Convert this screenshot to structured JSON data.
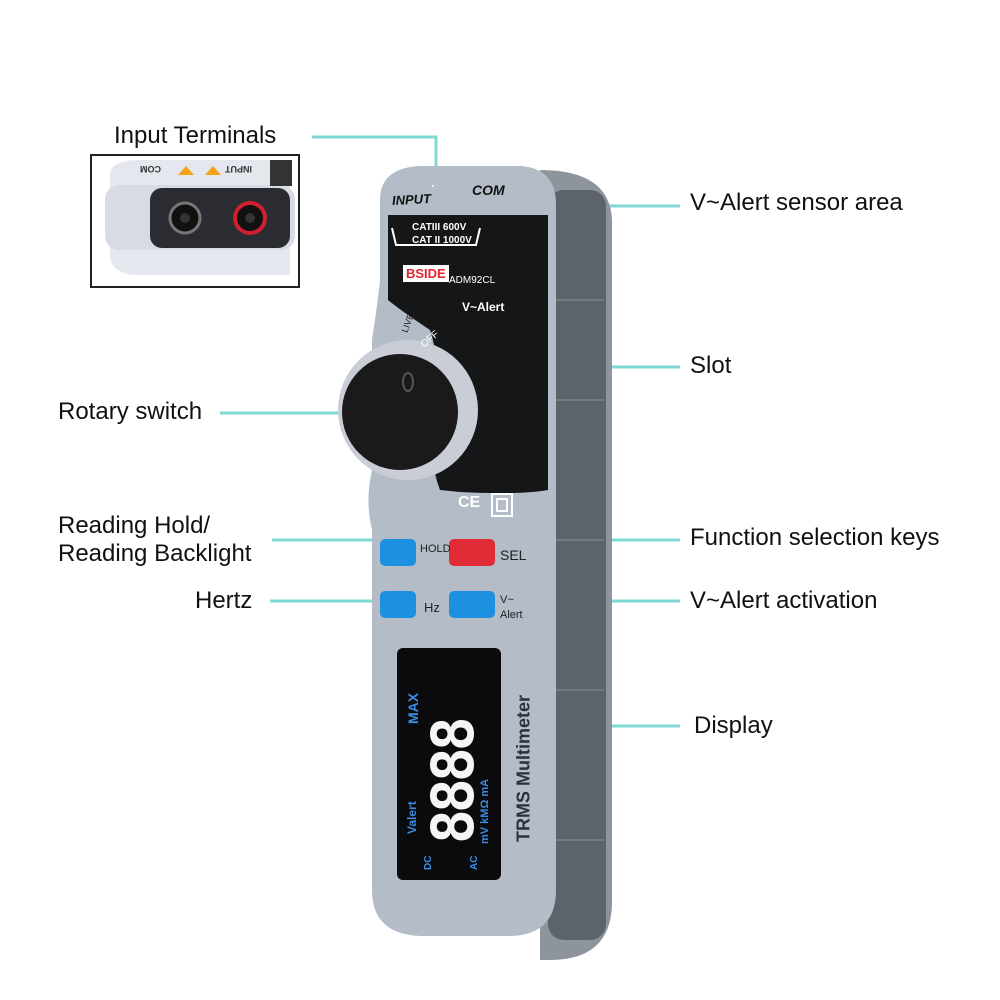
{
  "colors": {
    "leader_line": "#7fd8d2",
    "body_gray": "#b4bcc8",
    "slot_dark": "#5d636b",
    "knob": "#1a1a1a",
    "key_blue": "#1e90e0",
    "key_red": "#e02a35",
    "lcd_bg": "#0b0b0d",
    "lcd_digits": "#f5f5f5",
    "brand_red": "#e2262e"
  },
  "callouts": {
    "input_terminals": "Input Terminals",
    "v_alert_sensor": "V~Alert sensor area",
    "slot": "Slot",
    "rotary_switch": "Rotary switch",
    "reading_hold_line1": "Reading Hold/",
    "reading_hold_line2": "Reading Backlight",
    "function_keys": "Function selection keys",
    "hertz": "Hertz",
    "v_alert_activation": "V~Alert activation",
    "display": "Display"
  },
  "device": {
    "input_label": "INPUT",
    "com_label": "COM",
    "cat3": "CATIII 600V",
    "cat2": "CAT II 1000V",
    "brand": "BSIDE",
    "model": "ADM92CL",
    "v_alert": "V~Alert",
    "dial_live": "LIVE",
    "dial_off": "OFF",
    "ce_mark": "CE",
    "hold_key": "HOLD",
    "sel_key": "SEL",
    "hz_key": "Hz",
    "alert_key_v": "V~",
    "alert_key_label": "Alert",
    "lcd_digits": "8888",
    "lcd_max": "MAX",
    "lcd_dc": "DC",
    "lcd_ac": "AC",
    "lcd_valert": "Valert",
    "lcd_units": "mV kMΩ mA",
    "side_text": "TRMS Multimeter"
  },
  "inset": {
    "com_label": "COM",
    "input_label": "INPUT"
  }
}
